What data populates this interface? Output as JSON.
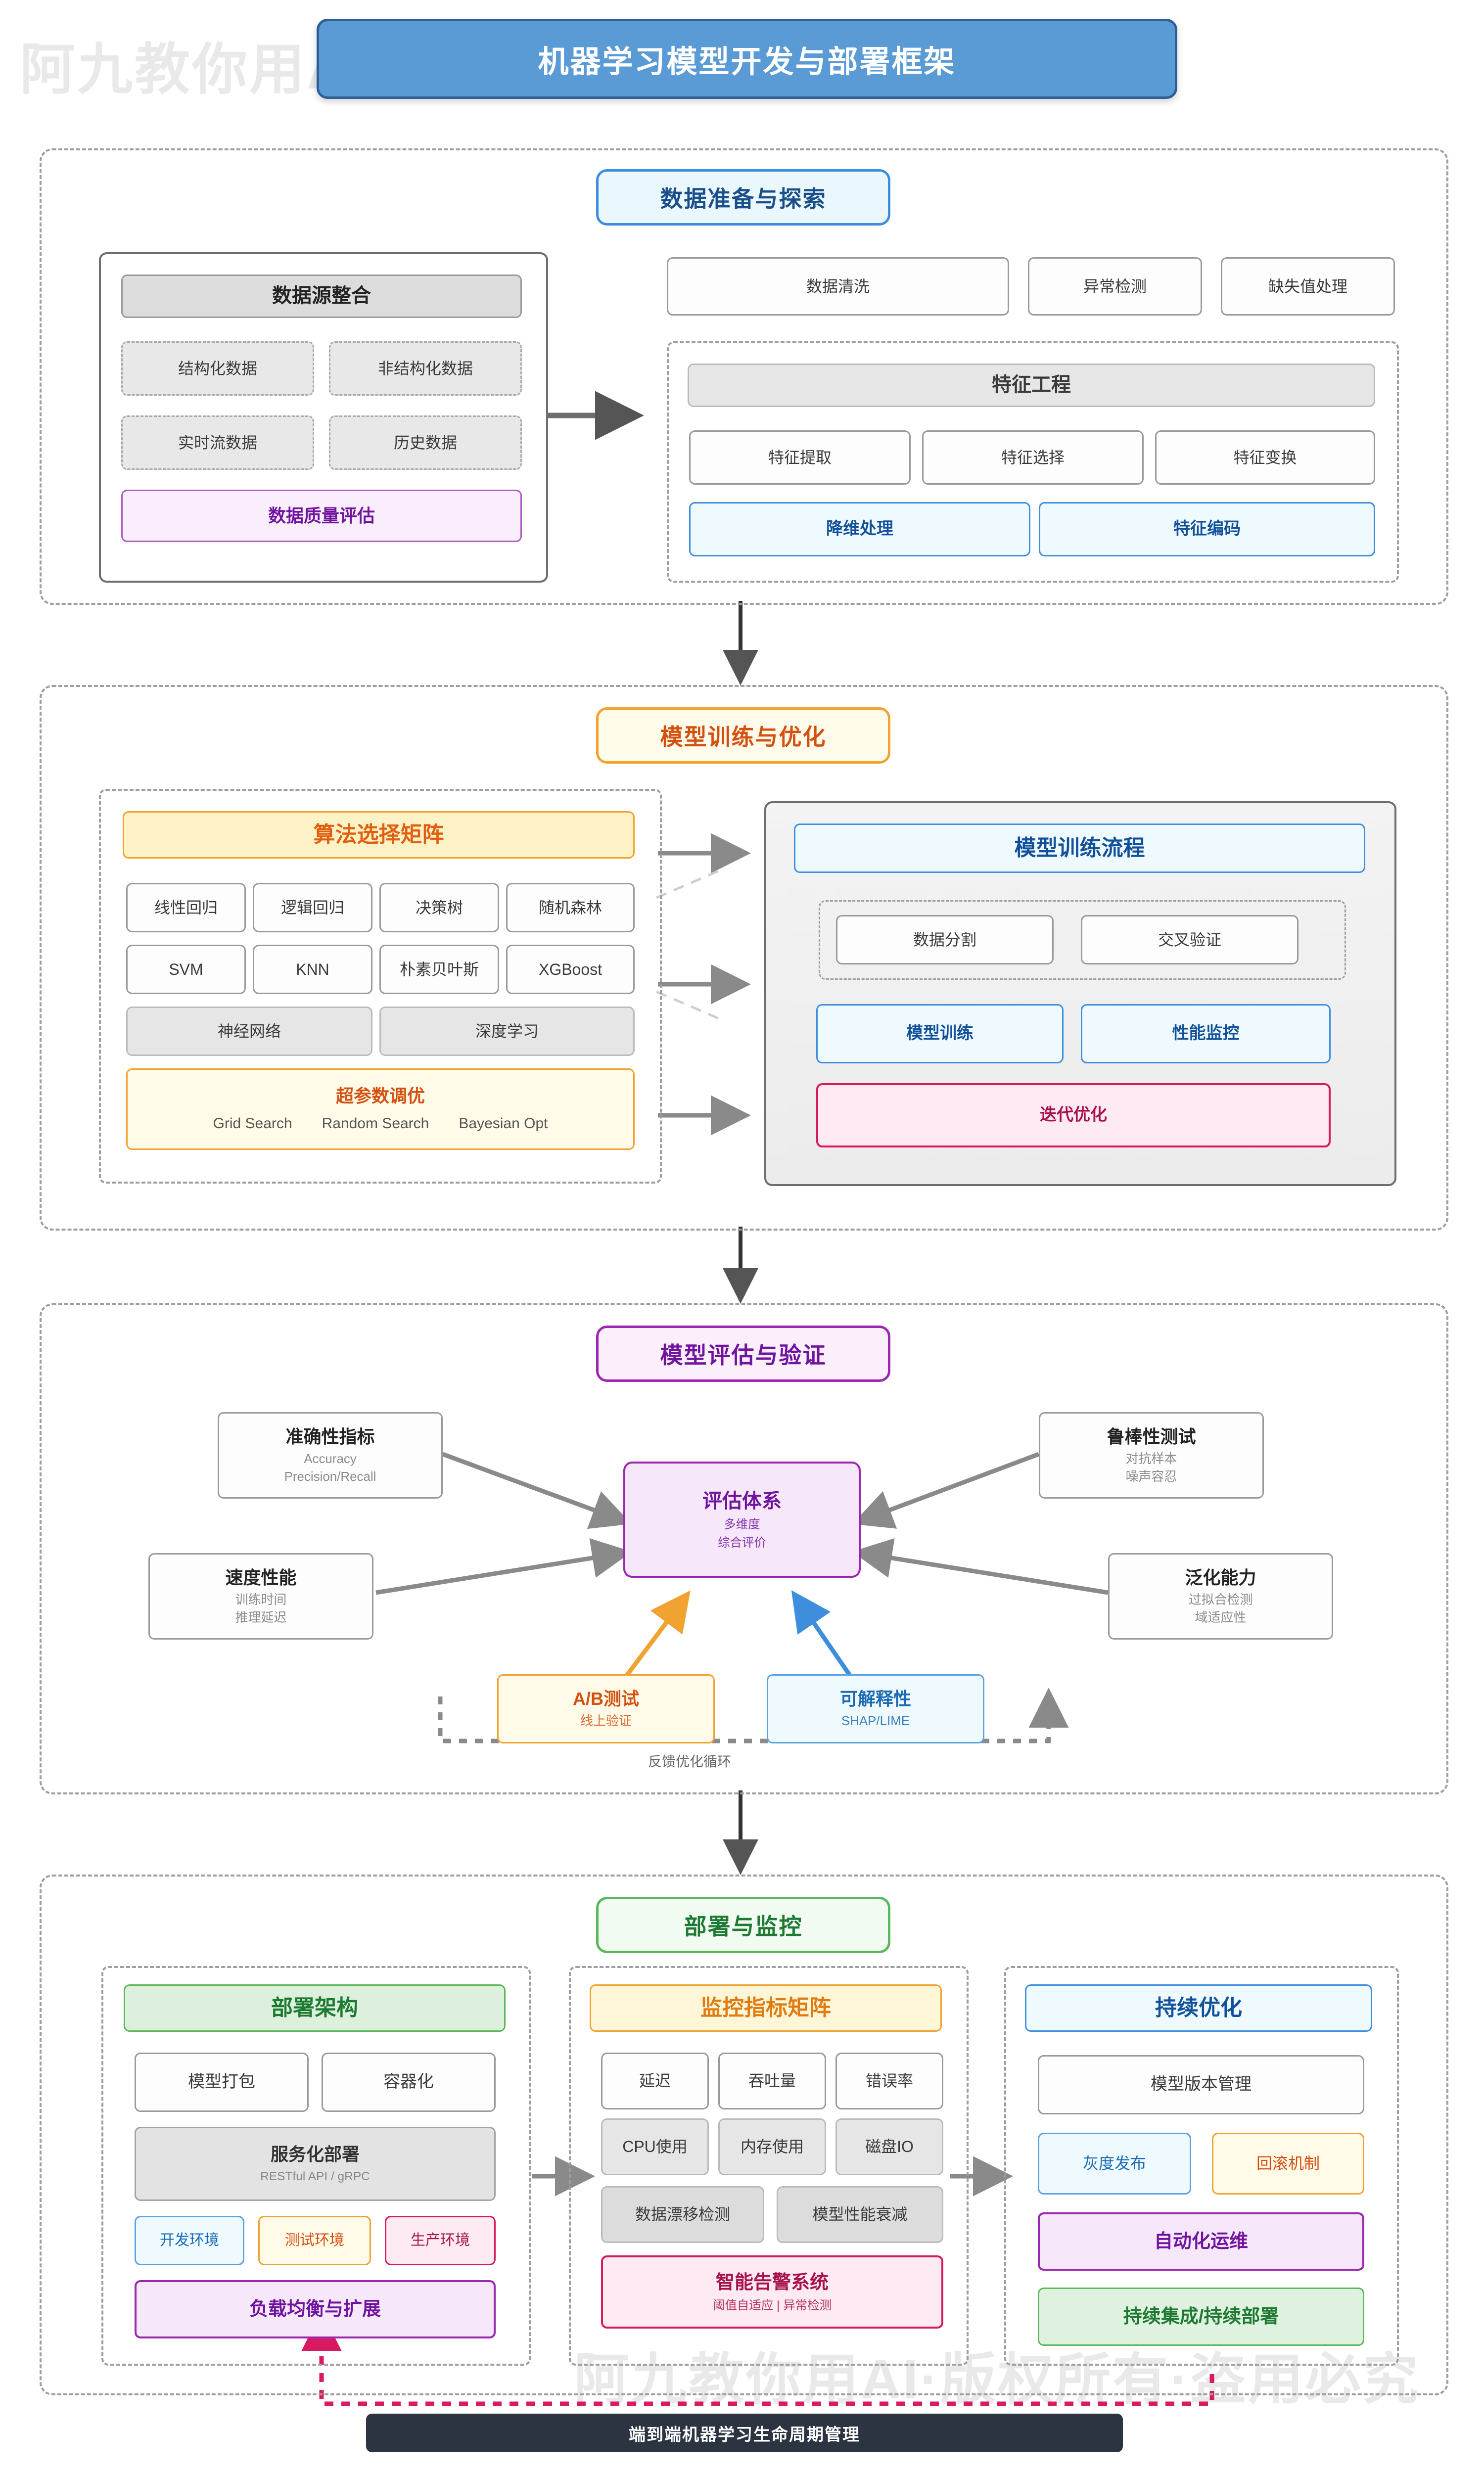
{
  "watermark": {
    "text_top": "阿九教你用AI·版权所有·盗用必究",
    "text_bottom": "阿九教你用AI·版权所有·盗用必究"
  },
  "title": {
    "text": "机器学习模型开发与部署框架"
  },
  "footer": {
    "text": "端到端机器学习生命周期管理"
  },
  "feedback_loop": {
    "label": "反馈优化循环"
  },
  "sections": [
    {
      "id": "data-prep",
      "title": "数据准备与探索",
      "accent": "#3e8ede",
      "data_source": {
        "header": "数据源整合",
        "items": [
          "结构化数据",
          "非结构化数据",
          "实时流数据",
          "历史数据"
        ],
        "highlight": "数据质量评估"
      },
      "top_steps": [
        "数据清洗",
        "异常检测",
        "缺失值处理"
      ],
      "feature_engineering": {
        "header": "特征工程",
        "items": [
          "特征提取",
          "特征选择",
          "特征变换"
        ],
        "highlights": [
          "降维处理",
          "特征编码"
        ]
      }
    },
    {
      "id": "model-training",
      "title": "模型训练与优化",
      "accent": "#f0a330",
      "algorithm_matrix": {
        "header": "算法选择矩阵",
        "row1": [
          "线性回归",
          "逻辑回归",
          "决策树",
          "随机森林"
        ],
        "row2": [
          "SVM",
          "KNN",
          "朴素贝叶斯",
          "XGBoost"
        ],
        "row3": [
          "神经网络",
          "深度学习"
        ],
        "tuning": {
          "title": "超参数调优",
          "methods": [
            "Grid Search",
            "Random Search",
            "Bayesian Opt"
          ]
        }
      },
      "training_flow": {
        "header": "模型训练流程",
        "sub": [
          "数据分割",
          "交叉验证"
        ],
        "mid": [
          "模型训练",
          "性能监控"
        ],
        "highlight": "迭代优化"
      }
    },
    {
      "id": "model-eval",
      "title": "模型评估与验证",
      "accent": "#9c27b0",
      "center": {
        "title": "评估体系",
        "line2": "多维度",
        "line3": "综合评价"
      },
      "satellites": [
        {
          "title": "准确性指标",
          "line2": "Accuracy",
          "line3": "Precision/Recall",
          "position": "top-left"
        },
        {
          "title": "鲁棒性测试",
          "line2": "对抗样本",
          "line3": "噪声容忍",
          "position": "top-right"
        },
        {
          "title": "速度性能",
          "line2": "训练时间",
          "line3": "推理延迟",
          "position": "bottom-left"
        },
        {
          "title": "泛化能力",
          "line2": "过拟合检测",
          "line3": "域适应性",
          "position": "bottom-right"
        },
        {
          "title": "A/B测试",
          "line2": "线上验证",
          "position": "bottom-center-left"
        },
        {
          "title": "可解释性",
          "line2": "SHAP/LIME",
          "position": "bottom-center-right"
        }
      ]
    },
    {
      "id": "deploy-monitor",
      "title": "部署与监控",
      "accent": "#5cb85c",
      "deploy_arch": {
        "header": "部署架构",
        "items": [
          "模型打包",
          "容器化"
        ],
        "service": {
          "title": "服务化部署",
          "sub": "RESTful API / gRPC"
        },
        "envs": [
          "开发环境",
          "测试环境",
          "生产环境"
        ],
        "highlight": "负载均衡与扩展"
      },
      "monitor_matrix": {
        "header": "监控指标矩阵",
        "row1": [
          "延迟",
          "吞吐量",
          "错误率"
        ],
        "row2": [
          "CPU使用",
          "内存使用",
          "磁盘IO"
        ],
        "row3": [
          "数据漂移检测",
          "模型性能衰减"
        ],
        "alert": {
          "title": "智能告警系统",
          "sub": "阈值自适应 | 异常检测"
        }
      },
      "continuous_opt": {
        "header": "持续优化",
        "version": "模型版本管理",
        "pair": [
          "灰度发布",
          "回滚机制"
        ],
        "automation": "自动化运维",
        "cicd": "持续集成/持续部署"
      }
    }
  ]
}
